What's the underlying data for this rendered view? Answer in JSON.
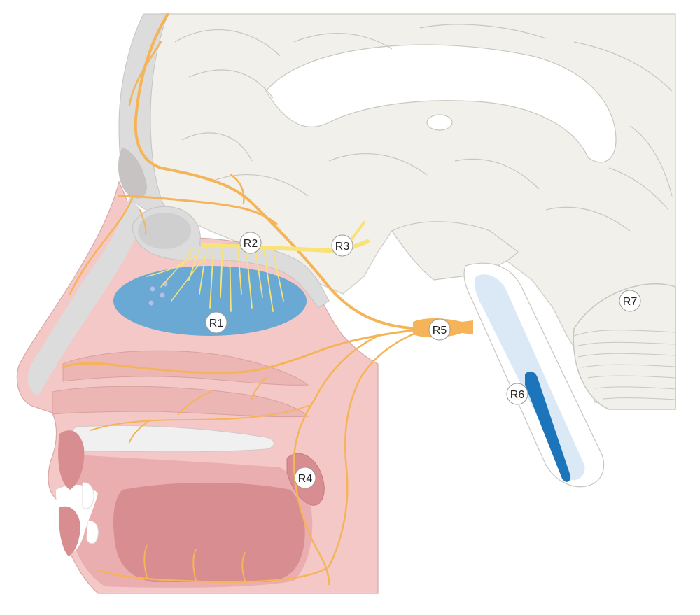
{
  "diagram": {
    "colors": {
      "brain": "#f2f0eb",
      "brain_line": "#c9c6bf",
      "bone": "#dcdcdc",
      "nasal_tissue": "#f3c8c6",
      "mouth_dark": "#d88d90",
      "olfactory_epithelium": "#6aa9d3",
      "trigeminal_nerve": "#f5b457",
      "olfactory_nerve": "#f7e37a",
      "brainstem_light": "#dbe9f6",
      "brainstem_dark": "#1c74bb"
    },
    "labels": [
      {
        "id": "r1",
        "text": "R1"
      },
      {
        "id": "r2",
        "text": "R2"
      },
      {
        "id": "r3",
        "text": "R3"
      },
      {
        "id": "r4",
        "text": "R4"
      },
      {
        "id": "r5",
        "text": "R5"
      },
      {
        "id": "r6",
        "text": "R6"
      },
      {
        "id": "r7",
        "text": "R7"
      }
    ]
  }
}
